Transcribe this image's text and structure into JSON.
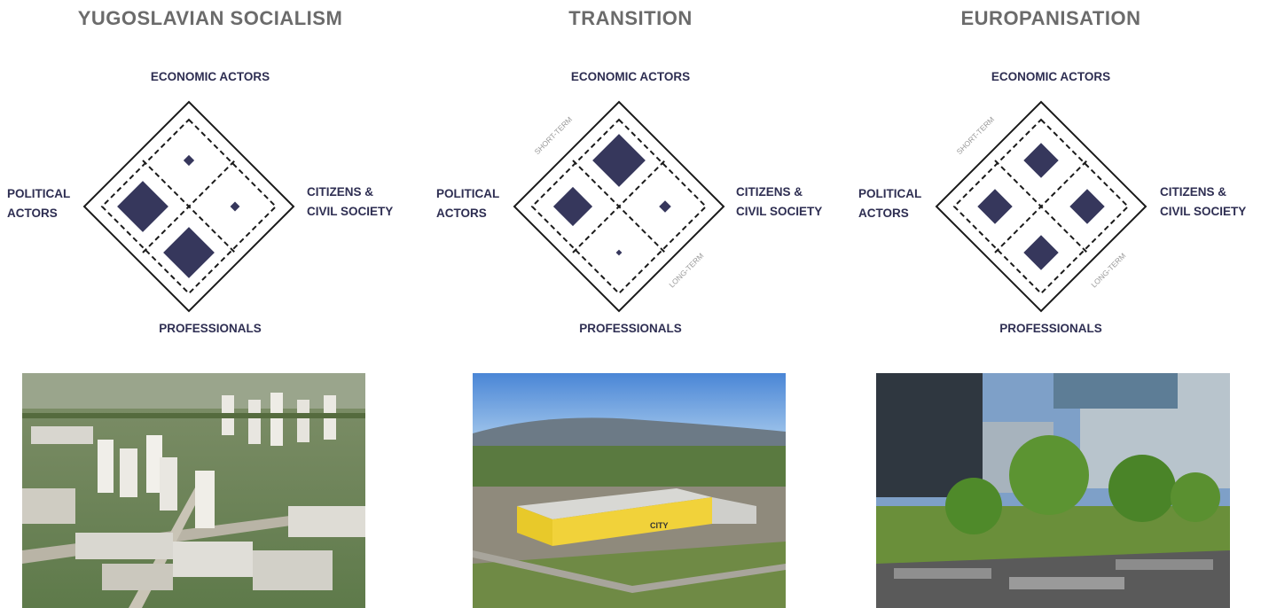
{
  "panels": [
    {
      "title": "YUGOSLAVIAN SOCIALISM",
      "labels": {
        "top": "ECONOMIC ACTORS",
        "left": [
          "POLITICAL",
          "ACTORS"
        ],
        "right": [
          "CITIZENS &",
          "CIVIL SOCIETY"
        ],
        "bottom": "PROFESSIONALS"
      },
      "axes": {
        "short_term": "",
        "long_term": ""
      },
      "weights": {
        "economic": 0.18,
        "political": 0.85,
        "citizens": 0.16,
        "professionals": 0.85
      },
      "photo": "aerial-housing-estate"
    },
    {
      "title": "TRANSITION",
      "labels": {
        "top": "ECONOMIC ACTORS",
        "left": [
          "POLITICAL",
          "ACTORS"
        ],
        "right": [
          "CITIZENS &",
          "CIVIL SOCIETY"
        ],
        "bottom": "PROFESSIONALS"
      },
      "axes": {
        "short_term": "SHORT-TERM",
        "long_term": "LONG-TERM"
      },
      "weights": {
        "economic": 0.88,
        "political": 0.65,
        "citizens": 0.2,
        "professionals": 0.1
      },
      "photo": "shopping-mall-aerial"
    },
    {
      "title": "EUROPANISATION",
      "labels": {
        "top": "ECONOMIC ACTORS",
        "left": [
          "POLITICAL",
          "ACTORS"
        ],
        "right": [
          "CITIZENS &",
          "CIVIL SOCIETY"
        ],
        "bottom": "PROFESSIONALS"
      },
      "axes": {
        "short_term": "SHORT-TERM",
        "long_term": "LONG-TERM"
      },
      "weights": {
        "economic": 0.58,
        "political": 0.58,
        "citizens": 0.58,
        "professionals": 0.58
      },
      "photo": "urban-park-plaza"
    }
  ],
  "colors": {
    "square": "#36375c",
    "frame": "#1a1a1a",
    "title": "#6b6b6b",
    "label": "#2e2e52",
    "axis": "#9a9a9a"
  }
}
